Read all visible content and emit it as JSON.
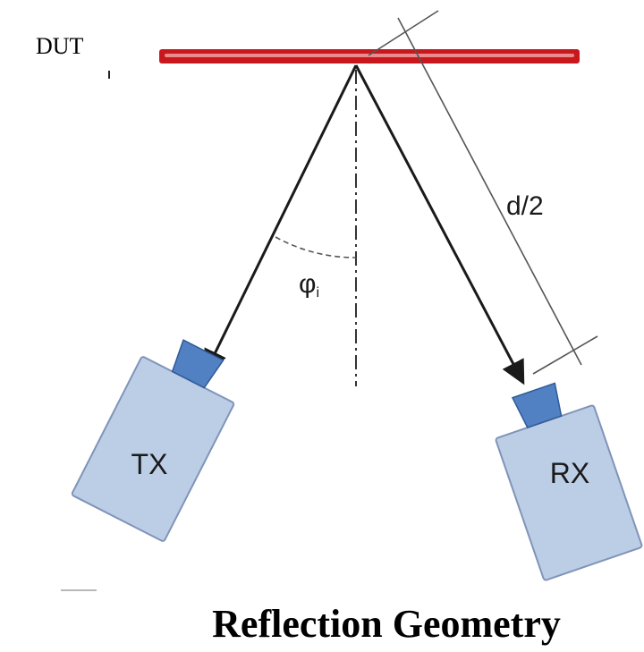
{
  "labels": {
    "dut": "DUT",
    "distance": "d/2",
    "angle": "φ",
    "angle_subscript": "i",
    "transmitter": "TX",
    "receiver": "RX"
  },
  "caption": "Reflection Geometry",
  "colors": {
    "dut_bar_fill": "#c8181e",
    "dut_bar_highlight": "#f2a0a0",
    "device_body": "#bccde6",
    "device_outline": "#7f94b8",
    "horn": "#5181c2",
    "horn_outline": "#2f5a98",
    "beam": "#1a1a1a",
    "construction_line": "#555555"
  }
}
